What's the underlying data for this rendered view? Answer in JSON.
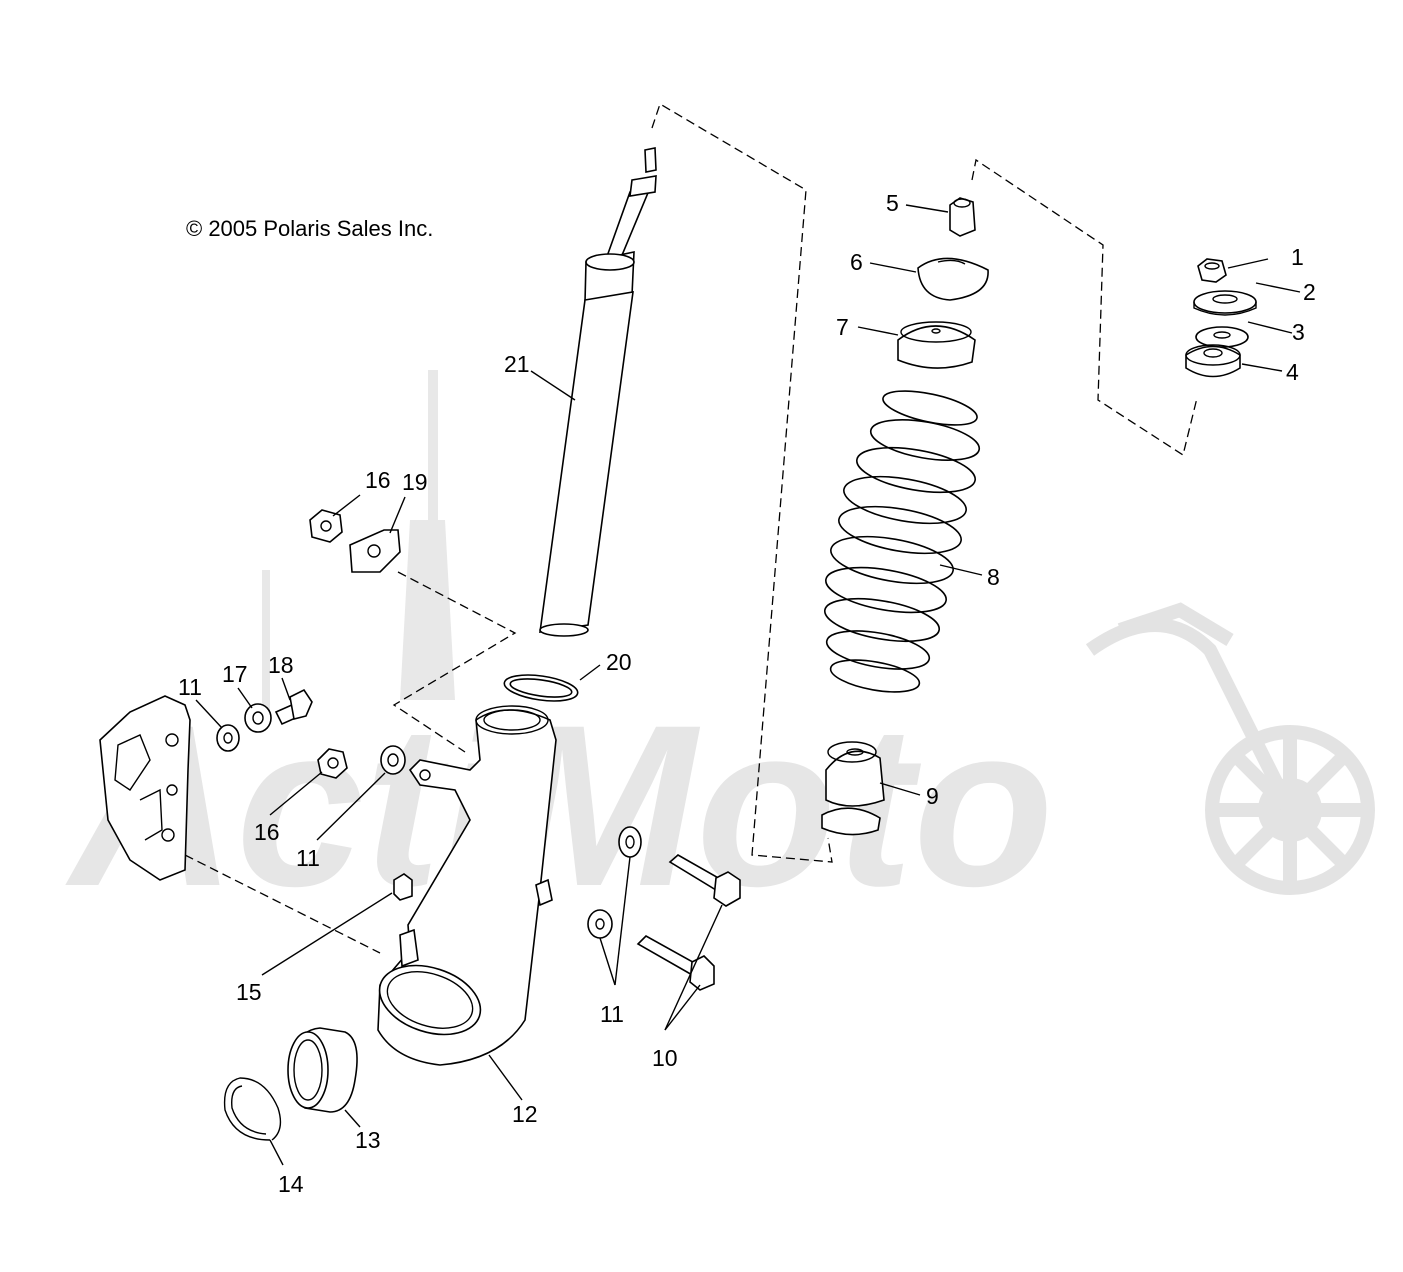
{
  "copyright": "© 2005 Polaris Sales Inc.",
  "watermark": "ActiMoto",
  "callouts": [
    {
      "id": "c1",
      "text": "1"
    },
    {
      "id": "c2",
      "text": "2"
    },
    {
      "id": "c3",
      "text": "3"
    },
    {
      "id": "c4",
      "text": "4"
    },
    {
      "id": "c5",
      "text": "5"
    },
    {
      "id": "c6",
      "text": "6"
    },
    {
      "id": "c7",
      "text": "7"
    },
    {
      "id": "c8",
      "text": "8"
    },
    {
      "id": "c9",
      "text": "9"
    },
    {
      "id": "c10",
      "text": "10"
    },
    {
      "id": "c11a",
      "text": "11"
    },
    {
      "id": "c11b",
      "text": "11"
    },
    {
      "id": "c11c",
      "text": "11"
    },
    {
      "id": "c12",
      "text": "12"
    },
    {
      "id": "c13",
      "text": "13"
    },
    {
      "id": "c14",
      "text": "14"
    },
    {
      "id": "c15",
      "text": "15"
    },
    {
      "id": "c16a",
      "text": "16"
    },
    {
      "id": "c16b",
      "text": "16"
    },
    {
      "id": "c17",
      "text": "17"
    },
    {
      "id": "c18",
      "text": "18"
    },
    {
      "id": "c19",
      "text": "19"
    },
    {
      "id": "c20",
      "text": "20"
    },
    {
      "id": "c21",
      "text": "21"
    }
  ]
}
